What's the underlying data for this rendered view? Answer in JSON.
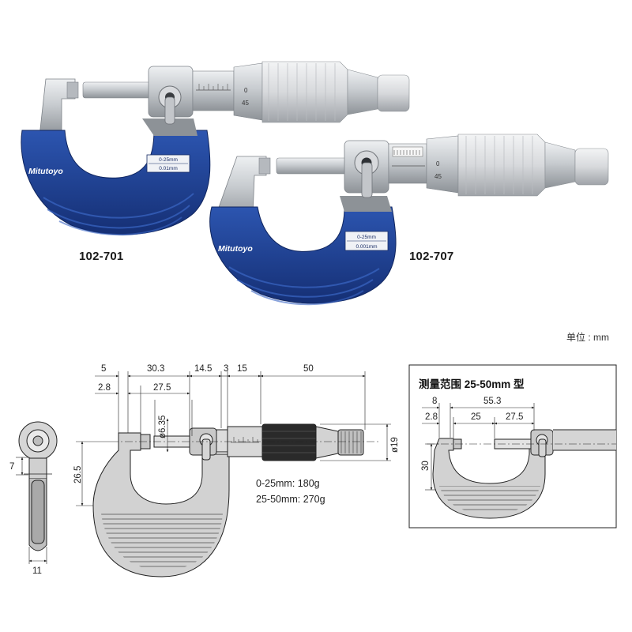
{
  "photos": {
    "left": {
      "model": "102-701",
      "brand": "Mitutoyo",
      "plate_range": "0-25mm",
      "plate_resolution": "0.01mm",
      "thimble_numbers": [
        "0",
        "45"
      ]
    },
    "right": {
      "model": "102-707",
      "brand": "Mitutoyo",
      "plate_range": "0-25mm",
      "plate_resolution": "0.001mm",
      "thimble_numbers": [
        "0",
        "45"
      ]
    }
  },
  "unit_label": "单位 : mm",
  "main_drawing": {
    "top_dims": [
      "5",
      "30.3",
      "14.5",
      "3",
      "15",
      "50"
    ],
    "second_dims": [
      "2.8",
      "27.5"
    ],
    "spindle_dia": "ø6.35",
    "thimble_dia": "ø19",
    "height_dim": "26.5",
    "weights": [
      "0-25mm: 180g",
      "25-50mm: 270g"
    ]
  },
  "side_view": {
    "dim_width": "7",
    "dim_bottom": "11"
  },
  "inset": {
    "title": "测量范围  25-50mm 型",
    "top_dims": [
      "8",
      "55.3"
    ],
    "second_dims": [
      "2.8",
      "25",
      "27.5"
    ],
    "height_dim": "30"
  },
  "colors": {
    "frame_blue": "#1e3f8f",
    "metal": "#c9ccd0",
    "line": "#222222"
  }
}
